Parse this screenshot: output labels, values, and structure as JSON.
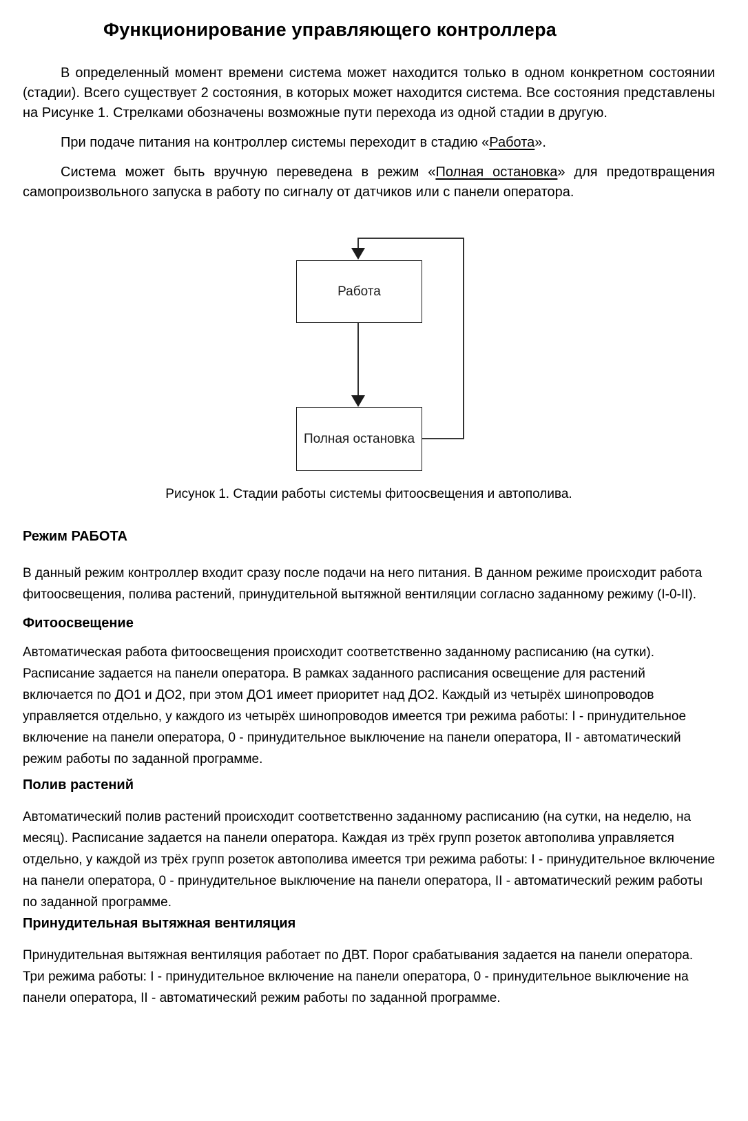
{
  "document": {
    "title": "Функционирование управляющего контроллера",
    "intro_paragraph": "В определенный момент времени система может находится только в одном конкретном состоянии (стадии). Всего существует 2 состояния, в которых может находится система. Все состояния представлены на Рисунке 1. Стрелками обозначены возможные пути перехода из одной стадии в другую.",
    "power_on_paragraph": {
      "before": "При подаче питания на контроллер системы переходит в стадию «",
      "term": "Работа",
      "after": "»."
    },
    "manual_stop_paragraph": {
      "before": "Система может быть вручную переведена в режим «",
      "term": "Полная остановка",
      "after": "» для предотвращения самопроизвольного запуска в работу по сигналу от датчиков или с панели оператора."
    }
  },
  "figure": {
    "type": "state-diagram",
    "states": {
      "top": "Работа",
      "bottom": "Полная остановка"
    },
    "caption": "Рисунок 1. Стадии работы системы фитоосвещения и автополива."
  },
  "sections": [
    {
      "heading": "Режим РАБОТА",
      "body": "В данный режим контроллер входит сразу после подачи на него питания. В данном режиме происходит работа фитоосвещения, полива растений, принудительной вытяжной вентиляции согласно заданному режиму (I-0-II)."
    },
    {
      "heading": "Фитоосвещение",
      "body": "Автоматическая работа фитоосвещения происходит соответственно заданному расписанию (на сутки). Расписание задается на панели оператора. В рамках заданного расписания освещение для растений включается по ДО1 и ДО2, при этом ДО1 имеет приоритет над ДО2. Каждый из четырёх шинопроводов управляется отдельно, у каждого из четырёх шинопроводов имеется три режима работы: I - принудительное включение на панели оператора, 0 - принудительное выключение на панели оператора, II - автоматический режим работы по заданной программе."
    },
    {
      "heading": "Полив растений",
      "body": "Автоматический полив растений происходит соответственно заданному расписанию (на сутки, на неделю, на месяц). Расписание задается на панели оператора. Каждая из трёх групп розеток автополива управляется отдельно, у каждой из трёх групп розеток автополива имеется три режима работы: I - принудительное включение на панели оператора, 0 - принудительное выключение на панели оператора, II - автоматический режим работы по заданной программе."
    },
    {
      "heading": "Принудительная вытяжная вентиляция",
      "body": "Принудительная вытяжная вентиляция работает по ДВТ. Порог срабатывания задается на панели оператора. Три режима работы: I - принудительное включение на панели оператора, 0 - принудительное выключение на панели оператора, II - автоматический режим работы по заданной программе."
    }
  ],
  "colors": {
    "text": "#000000",
    "diagram_stroke": "#1b1b1b",
    "background": "#ffffff"
  }
}
